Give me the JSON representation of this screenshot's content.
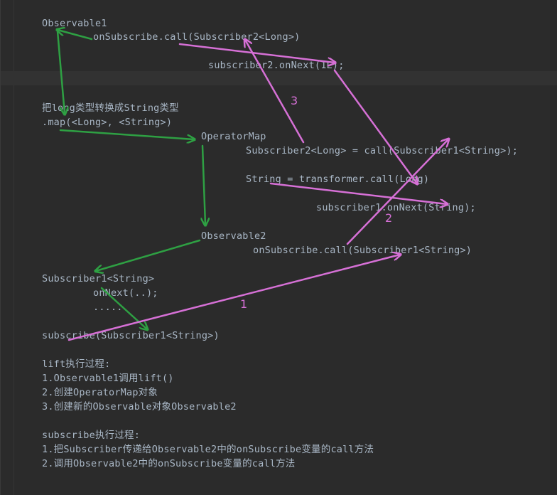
{
  "code_lines": {
    "observable1": "Observable1",
    "on_subscribe_call_s2": "onSubscribe.call(Subscriber2<Long>)",
    "s2_on_next": "subscriber2.onNext(1L);",
    "comment_map": "把long类型转换成String类型",
    "map_call": ".map(<Long>, <String>)",
    "operator_map": "OperatorMap",
    "s2_equals_call": "Subscriber2<Long> = call(Subscriber1<String>);",
    "string_transform": "String = transformer.call(Long)",
    "s1_on_next": "subscriber1.onNext(String);",
    "observable2": "Observable2",
    "on_subscribe_call_s1": "onSubscribe.call(Subscriber1<String>)",
    "subscriber1": "Subscriber1<String>",
    "on_next_dots": "onNext(..);",
    "ellipsis": ".....",
    "subscribe_call": "subscribe(Subscriber1<String>)"
  },
  "notes": {
    "lift_title": "lift执行过程:",
    "lift_steps": [
      "1.Observable1调用lift()",
      "2.创建OperatorMap对象",
      "3.创建新的Observable对象Observable2"
    ],
    "subscribe_title": "subscribe执行过程:",
    "subscribe_steps": [
      "1.把Subscriber传递给Observable2中的onSubscribe变量的call方法",
      "2.调用Observable2中的onSubscribe变量的call方法"
    ]
  },
  "step_labels": {
    "one": "1",
    "two": "2",
    "three": "3"
  },
  "colors": {
    "background": "#2b2b2b",
    "code_text": "#a9b7c6",
    "green_arrow": "#2ea043",
    "magenta_arrow": "#d670d6"
  }
}
